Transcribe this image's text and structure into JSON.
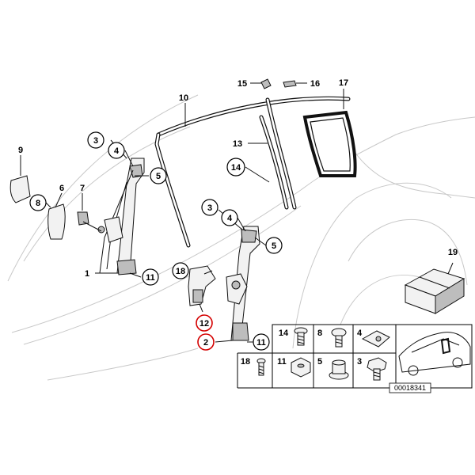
{
  "diagram": {
    "callouts": [
      {
        "label": "1"
      },
      {
        "label": "2"
      },
      {
        "label": "3"
      },
      {
        "label": "3"
      },
      {
        "label": "4"
      },
      {
        "label": "4"
      },
      {
        "label": "5"
      },
      {
        "label": "5"
      },
      {
        "label": "6"
      },
      {
        "label": "7"
      },
      {
        "label": "8"
      },
      {
        "label": "9"
      },
      {
        "label": "10"
      },
      {
        "label": "11"
      },
      {
        "label": "11"
      },
      {
        "label": "12"
      },
      {
        "label": "13"
      },
      {
        "label": "14"
      },
      {
        "label": "15"
      },
      {
        "label": "16"
      },
      {
        "label": "17"
      },
      {
        "label": "18"
      },
      {
        "label": "19"
      }
    ],
    "highlighted_labels": [
      "12",
      "2"
    ],
    "hardware_table": {
      "row1": [
        "14",
        "8",
        "4"
      ],
      "row2": [
        "18",
        "11",
        "5",
        "3"
      ]
    },
    "catalog_number": "00018341"
  }
}
